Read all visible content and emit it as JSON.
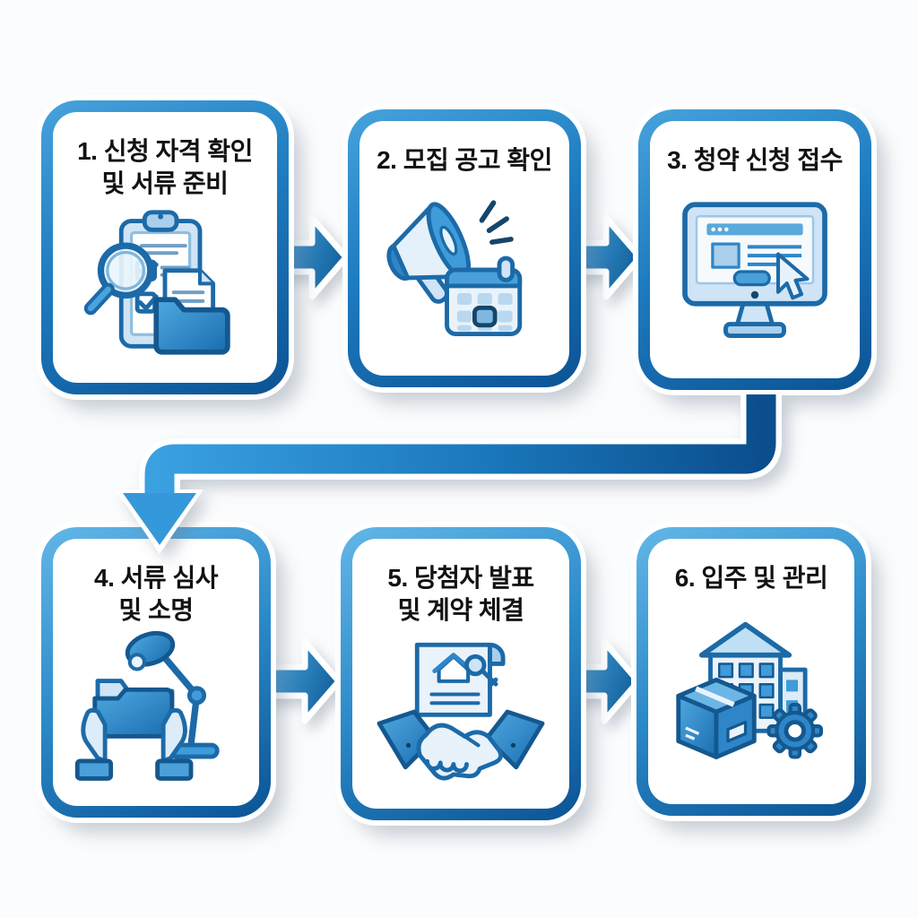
{
  "diagram": {
    "type": "process-flow",
    "language": "ko",
    "background_color": "#fbfcfd",
    "box_border_gradient": [
      "#46a3dc",
      "#0b5394"
    ],
    "box_fill": "#ffffff",
    "outline_color": "#ffffff",
    "arrow_gradient": [
      "#4fa9e2",
      "#14649f"
    ],
    "text_color": "#121212",
    "steps": [
      {
        "id": 1,
        "line1": "1. 신청 자격 확인",
        "line2": "및 서류 준비",
        "icon": "clipboard-magnifier-folder-icon"
      },
      {
        "id": 2,
        "line1": "2. 모집 공고 확인",
        "line2": "",
        "icon": "megaphone-calendar-icon"
      },
      {
        "id": 3,
        "line1": "3. 청약 신청 접수",
        "line2": "",
        "icon": "monitor-cursor-icon"
      },
      {
        "id": 4,
        "line1": "4. 서류 심사",
        "line2": "및 소명",
        "icon": "hands-folder-lamp-icon"
      },
      {
        "id": 5,
        "line1": "5. 당첨자 발표",
        "line2": "및 계약 체결",
        "icon": "contract-handshake-keys-icon"
      },
      {
        "id": 6,
        "line1": "6. 입주 및 관리",
        "line2": "",
        "icon": "building-box-gear-icon"
      }
    ],
    "connectors": [
      {
        "from": 1,
        "to": 2,
        "type": "right-arrow"
      },
      {
        "from": 2,
        "to": 3,
        "type": "right-arrow"
      },
      {
        "from": 3,
        "to": 4,
        "type": "elbow-down-left-arrow"
      },
      {
        "from": 4,
        "to": 5,
        "type": "right-arrow"
      },
      {
        "from": 5,
        "to": 6,
        "type": "right-arrow"
      }
    ]
  }
}
